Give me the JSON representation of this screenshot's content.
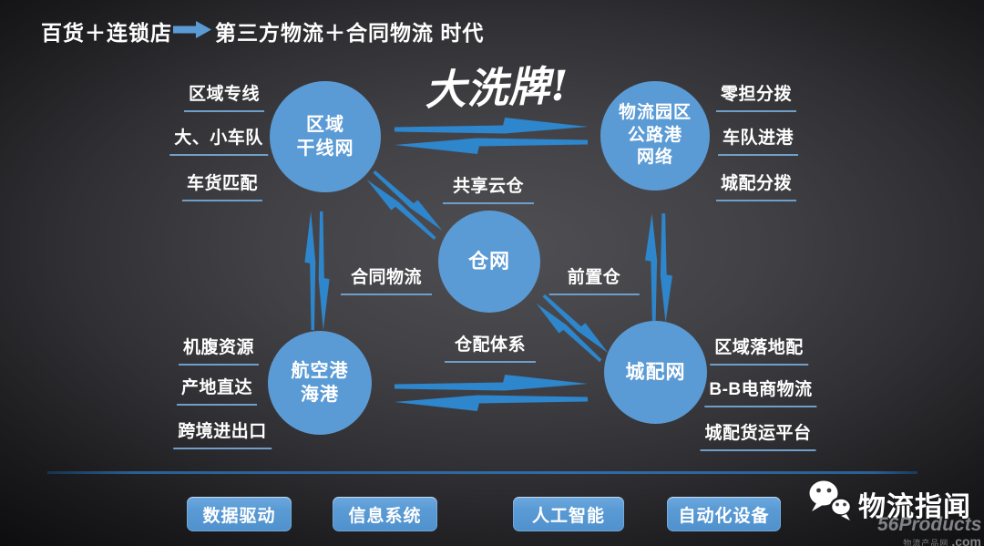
{
  "header": {
    "left": "百货＋连锁店",
    "right": "第三方物流＋合同物流 时代"
  },
  "title": "大洗牌!",
  "hubs": {
    "regional_trunk": "区域\n干线网",
    "logistics_park": "物流园区\n公路港\n网络",
    "warehouse_net": "仓网",
    "air_sea_port": "航空港\n海港",
    "city_dist_net": "城配网"
  },
  "labels": {
    "top_left": [
      "区域专线",
      "大、小车队",
      "车货匹配"
    ],
    "top_right": [
      "零担分拨",
      "车队进港",
      "城配分拨"
    ],
    "bottom_left": [
      "机腹资源",
      "产地直达",
      "跨境进出口"
    ],
    "bottom_right": [
      "区域落地配",
      "B-B电商物流",
      "城配货运平台"
    ],
    "center": {
      "top": "共享云仓",
      "left": "合同物流",
      "right": "前置仓",
      "bottom": "仓配体系"
    }
  },
  "buttons": [
    "数据驱动",
    "信息系统",
    "人工智能",
    "自动化设备"
  ],
  "footer": {
    "brand": "物流指闻",
    "watermark_line1": "56Products",
    "watermark_line2": "物流产品网",
    "watermark_suffix": ".com"
  },
  "colors": {
    "hub_blue": "#5b9bd5",
    "bolt_blue": "#2e86cc",
    "underline_blue": "#6f9fc9",
    "divider_blue": "#2d689f"
  }
}
